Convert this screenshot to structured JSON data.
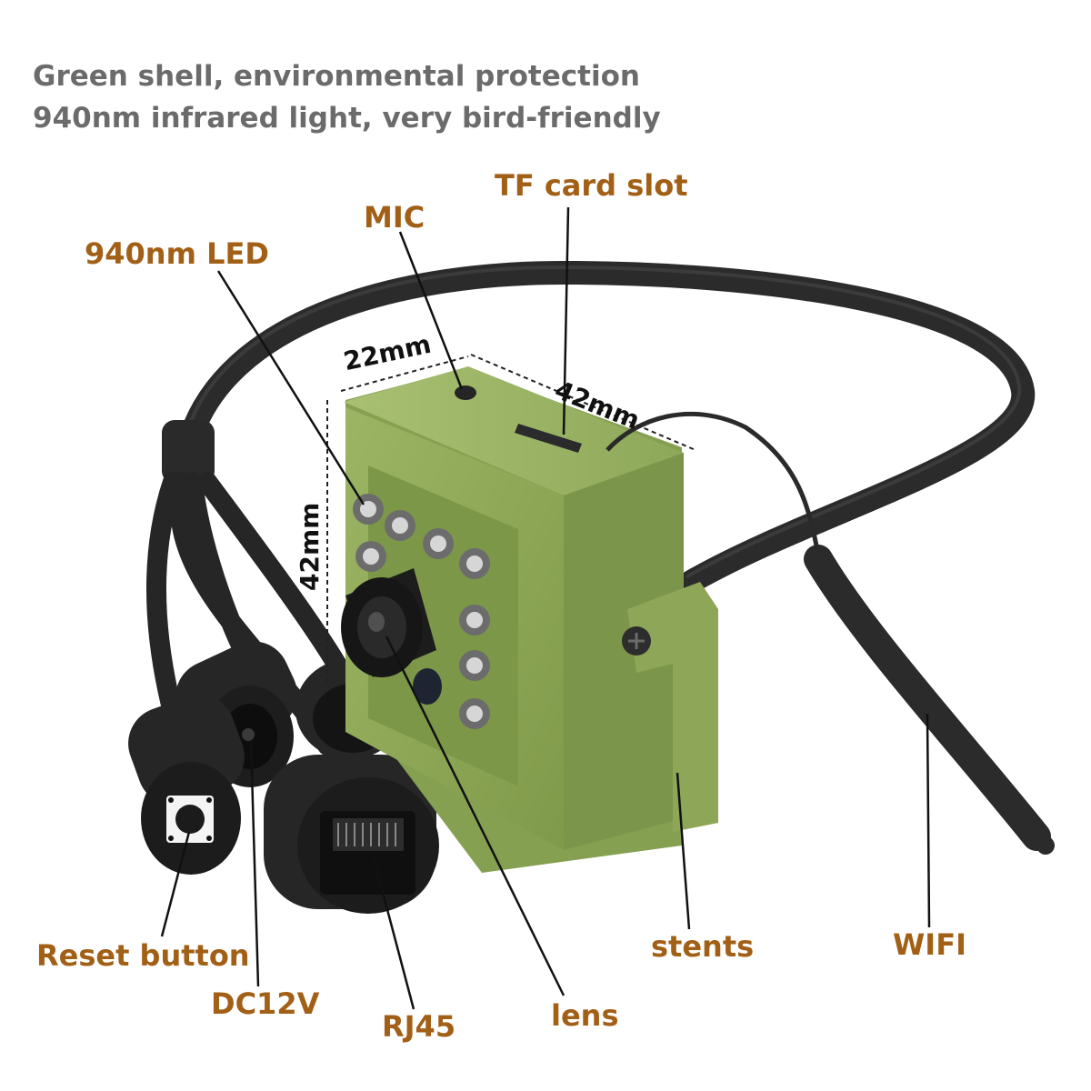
{
  "headline": {
    "line1": "Green shell, environmental protection",
    "line2": "940nm infrared light, very bird-friendly"
  },
  "callouts": {
    "led": "940nm LED",
    "mic": "MIC",
    "tf_card": "TF card slot",
    "reset": "Reset button",
    "dc": "DC12V",
    "rj45": "RJ45",
    "lens": "lens",
    "stents": "stents",
    "wifi": "WIFI"
  },
  "dimensions": {
    "width": "22mm",
    "depth": "42mm",
    "height": "42mm"
  },
  "colors": {
    "label": "#a25f16",
    "headline": "#6b6b6b",
    "shell": "#8fa85a",
    "cable": "#2a2a2a"
  }
}
